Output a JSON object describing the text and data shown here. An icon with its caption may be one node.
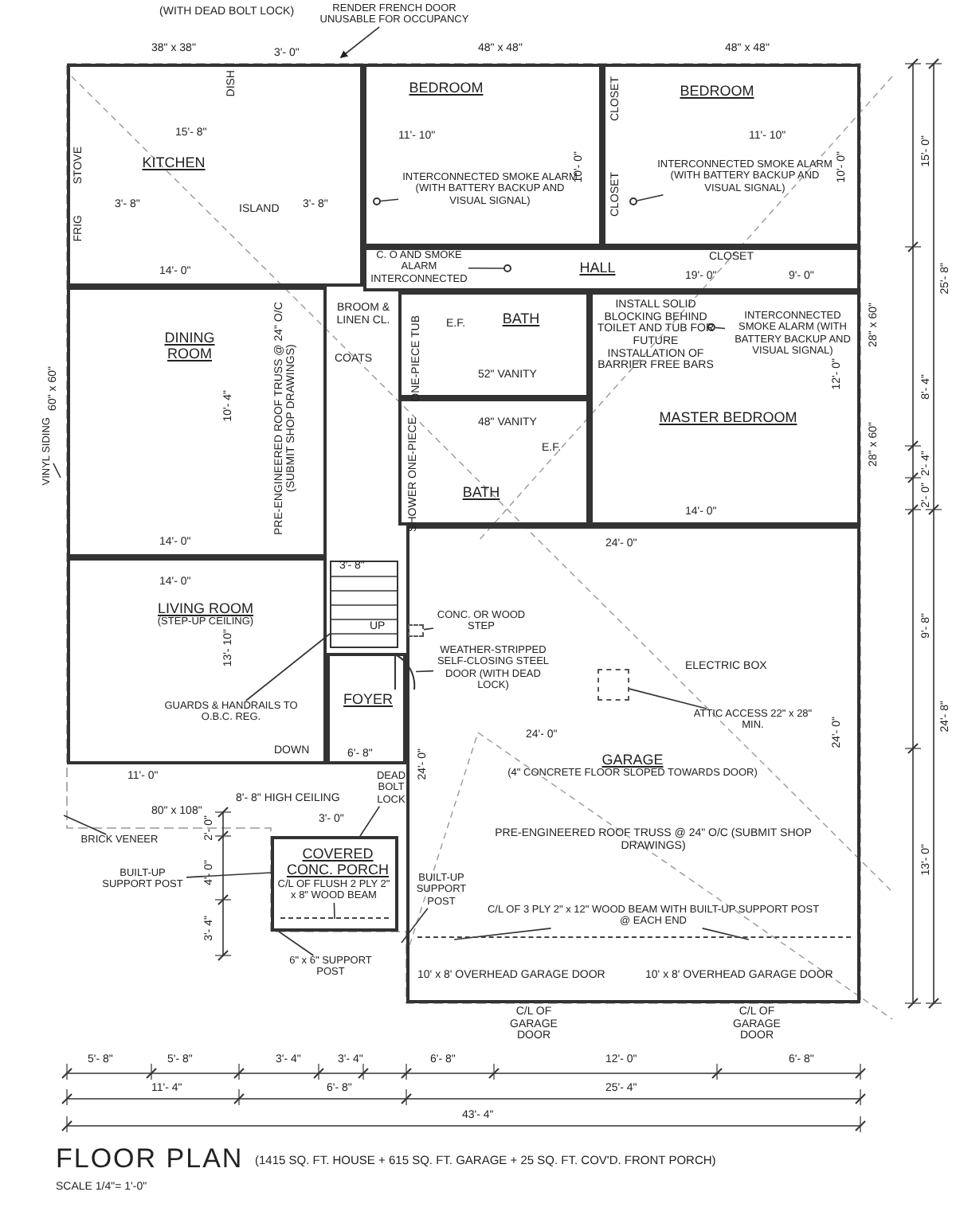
{
  "diagram": {
    "title": "FLOOR PLAN",
    "caption": "(1415 SQ. FT. HOUSE + 615 SQ. FT. GARAGE + 25 SQ. FT. COV'D. FRONT PORCH)",
    "nodes": [
      {
        "text": [
          "KITCHEN"
        ]
      },
      {
        "text": [
          "DINING ROOM"
        ]
      },
      {
        "text": [
          "LIVING ROOM",
          "(STEP-UP CEILING)"
        ]
      },
      {
        "text": [
          "BEDROOM"
        ]
      },
      {
        "text": [
          "BEDROOM"
        ]
      },
      {
        "text": [
          "HALL"
        ]
      },
      {
        "text": [
          "BATH"
        ]
      },
      {
        "text": [
          "MASTER BEDROOM"
        ]
      },
      {
        "text": [
          "BATH"
        ]
      },
      {
        "text": [
          "FOYER"
        ]
      },
      {
        "text": [
          "GARAGE",
          "(4\" CONCRETE FLOOR SLOPED TOWARDS DOOR)"
        ]
      },
      {
        "text": [
          "COVERED CONC. PORCH"
        ]
      },
      {
        "text": [
          "INTERCONNECTED SMOKE ALARM (WITH BATTERY BACKUP AND VISUAL SIGNAL)"
        ],
        "in": 3
      },
      {
        "text": [
          "INTERCONNECTED SMOKE ALARM (WITH BATTERY BACKUP AND VISUAL SIGNAL)"
        ],
        "in": 4
      },
      {
        "text": [
          "INTERCONNECTED SMOKE ALARM (WITH BATTERY BACKUP AND VISUAL SIGNAL)"
        ],
        "in": 7
      },
      {
        "text": [
          "C. O AND SMOKE ALARM INTERCONNECTED"
        ],
        "in": 5
      },
      {
        "text": [
          "RENDER FRENCH DOOR UNUSABLE FOR OCCUPANCY"
        ]
      },
      {
        "text": [
          "GUARDS & HANDRAILS TO O.B.C. REG."
        ],
        "in": 2
      },
      {
        "text": [
          "BRICK VENEER"
        ]
      },
      {
        "text": [
          "VINYL SIDING"
        ]
      },
      {
        "text": [
          "BUILT-UP SUPPORT POST"
        ]
      },
      {
        "text": [
          "BUILT-UP SUPPORT POST"
        ],
        "in": 10
      },
      {
        "text": [
          "6\" x 6\" SUPPORT POST"
        ]
      },
      {
        "text": [
          "ATTIC ACCESS 22\" x 28\" MIN."
        ],
        "in": 10
      },
      {
        "text": [
          "C/L OF 3 PLY 2\" x 12\" WOOD BEAM WITH BUILT-UP SUPPORT POST @ EACH END"
        ],
        "in": 10
      },
      {
        "text": [
          "C/L OF FLUSH 2 PLY 2\" x 8\" WOOD BEAM"
        ],
        "in": 11
      },
      {
        "text": [
          "WEATHER-STRIPPED SELF-CLOSING STEEL DOOR (WITH DEAD LOCK)"
        ],
        "in": 10
      },
      {
        "text": [
          "CONC. OR WOOD STEP"
        ],
        "in": 10
      },
      {
        "text": [
          "DEAD BOLT LOCK"
        ]
      },
      {
        "text": [],
        "shape": "circle",
        "in": 3
      },
      {
        "text": [],
        "shape": "circle",
        "in": 4
      },
      {
        "text": [],
        "shape": "circle",
        "in": 7
      },
      {
        "text": [],
        "shape": "circle",
        "in": 5
      },
      {
        "text": [],
        "shape": "box",
        "in": 10
      },
      {
        "text": [],
        "shape": "bar",
        "in": 10
      },
      {
        "text": [],
        "shape": "bar",
        "in": 11
      },
      {
        "text": [],
        "shape": "door"
      },
      {
        "text": [],
        "shape": "stair"
      },
      {
        "text": [],
        "shape": "box",
        "in": 10
      }
    ],
    "edges": [
      {
        "from": 12,
        "to": 29,
        "arrow": "none"
      },
      {
        "from": 13,
        "to": 30,
        "arrow": "none"
      },
      {
        "from": 14,
        "to": 31,
        "arrow": "none"
      },
      {
        "from": 15,
        "to": 32,
        "arrow": "none"
      },
      {
        "from": 16,
        "to": null,
        "arrow": "to"
      },
      {
        "from": 17,
        "to": 37,
        "arrow": "none"
      },
      {
        "from": 18,
        "to": null,
        "arrow": "none"
      },
      {
        "from": 19,
        "to": null,
        "arrow": "none"
      },
      {
        "from": 20,
        "to": 11,
        "arrow": "none"
      },
      {
        "from": 21,
        "to": null,
        "arrow": "none"
      },
      {
        "from": 22,
        "to": 11,
        "arrow": "none"
      },
      {
        "from": 23,
        "to": 33,
        "arrow": "none"
      },
      {
        "from": 24,
        "to": 34,
        "arrow": "none"
      },
      {
        "from": 24,
        "to": 34,
        "arrow": "none"
      },
      {
        "from": 25,
        "to": 35,
        "arrow": "none"
      },
      {
        "from": 26,
        "to": 36,
        "arrow": "none"
      },
      {
        "from": 27,
        "to": 38,
        "arrow": "none"
      },
      {
        "from": 28,
        "to": 11,
        "arrow": "none"
      }
    ],
    "labels": [
      "(WITH DEAD BOLT LOCK)",
      "38\" x 38\"",
      "DISH",
      "STOVE",
      "FRIG",
      "ISLAND",
      "15'- 8\"",
      "3'- 8\"",
      "3'- 8\"",
      "14'- 0\"",
      "3'- 0\"",
      "48\" x 48\"",
      "48\" x 48\"",
      "11'- 10\"",
      "11'- 10\"",
      "10'- 0\"",
      "10'- 0\"",
      "CLOSET",
      "CLOSET",
      "CLOSET",
      "19'- 0\"",
      "9'- 0\"",
      "BROOM & LINEN CL.",
      "COATS",
      "ONE-PIECE TUB",
      "E.F.",
      "52\" VANITY",
      "PRE-ENGINEERED ROOF TRUSS @ 24\" O/C (SUBMIT SHOP DRAWINGS)",
      "10'- 4\"",
      "60\" x 60\"",
      "14'- 0\"",
      "SHOWER ONE-PIECE",
      "E.F.",
      "48\" VANITY",
      "INSTALL SOLID BLOCKING BEHIND TOILET AND TUB FOR FUTURE INSTALLATION OF BARRIER FREE BARS",
      "14'- 0\"",
      "12'- 0\"",
      "28\" x 60\"",
      "28\" x 60\"",
      "14'- 0\"",
      "13'- 10\"",
      "3'- 8\"",
      "UP",
      "DOWN",
      "11'- 0\"",
      "6'- 8\"",
      "24'- 0\"",
      "24'- 0\"",
      "24'- 0\"",
      "24'- 0\"",
      "ELECTRIC BOX",
      "80\" x 108\"",
      "8'- 8\" HIGH CEILING",
      "3'- 0\"",
      "10' x 8' OVERHEAD GARAGE DOOR",
      "10' x 8' OVERHEAD GARAGE DOOR",
      "C/L OF GARAGE DOOR",
      "C/L OF GARAGE DOOR",
      "15'- 0\"",
      "25'- 8\"",
      "8'- 4\"",
      "2'- 4\"",
      "2'- 0\"",
      "9'- 8\"",
      "13'- 0\"",
      "24'- 8\"",
      "2'- 0\"",
      "4'- 0\"",
      "3'- 4\"",
      "5'- 8\"",
      "5'- 8\"",
      "3'- 4\"",
      "3'- 4\"",
      "6'- 8\"",
      "12'- 0\"",
      "6'- 8\"",
      "11'- 4\"",
      "6'- 8\"",
      "25'- 4\"",
      "43'- 4\"",
      "SCALE 1/4\"= 1'-0\"",
      "PRE-ENGINEERED ROOF TRUSS @ 24\" O/C (SUBMIT SHOP DRAWINGS)"
    ]
  }
}
